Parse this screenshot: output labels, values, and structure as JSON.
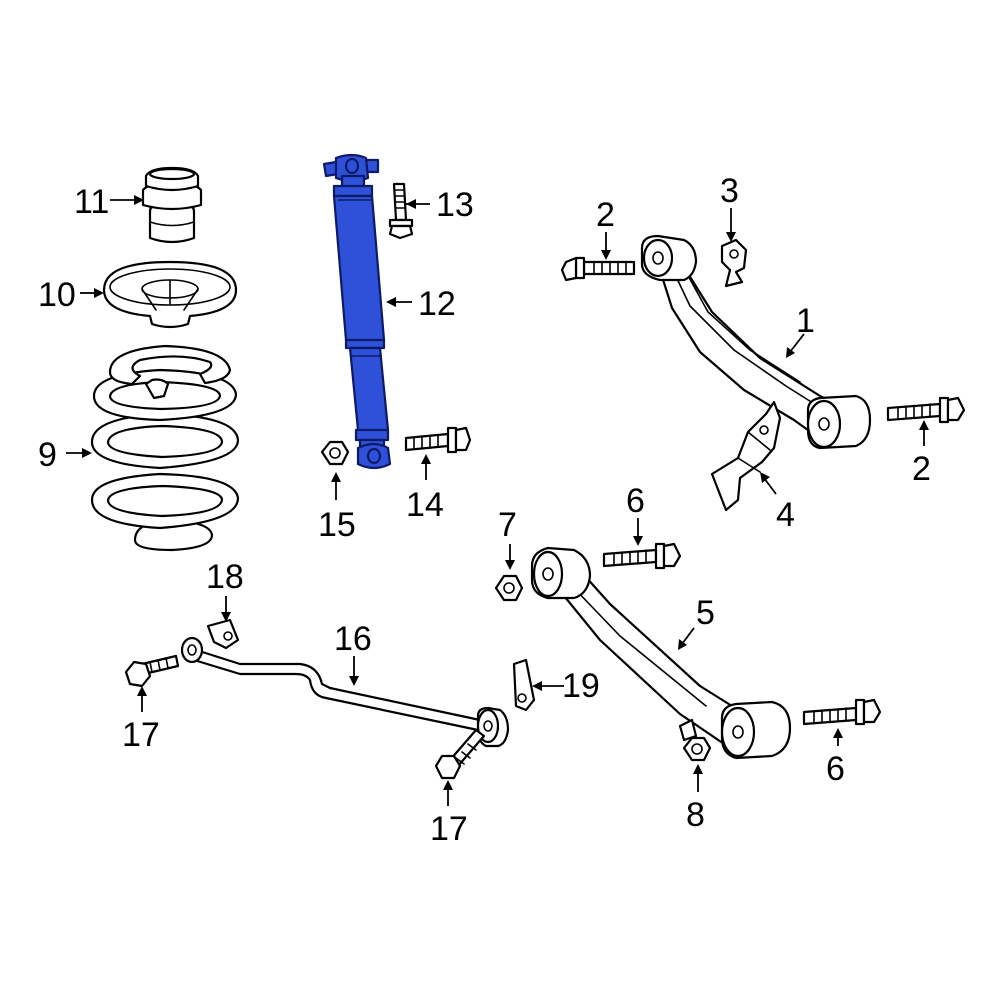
{
  "diagram": {
    "highlight_color": "#2f50d8",
    "callouts": [
      {
        "id": "c1",
        "label": "1"
      },
      {
        "id": "c2a",
        "label": "2"
      },
      {
        "id": "c2b",
        "label": "2"
      },
      {
        "id": "c3",
        "label": "3"
      },
      {
        "id": "c4",
        "label": "4"
      },
      {
        "id": "c5",
        "label": "5"
      },
      {
        "id": "c6a",
        "label": "6"
      },
      {
        "id": "c6b",
        "label": "6"
      },
      {
        "id": "c7",
        "label": "7"
      },
      {
        "id": "c8",
        "label": "8"
      },
      {
        "id": "c9",
        "label": "9"
      },
      {
        "id": "c10",
        "label": "10"
      },
      {
        "id": "c11",
        "label": "11"
      },
      {
        "id": "c12",
        "label": "12"
      },
      {
        "id": "c13",
        "label": "13"
      },
      {
        "id": "c14",
        "label": "14"
      },
      {
        "id": "c15",
        "label": "15"
      },
      {
        "id": "c16",
        "label": "16"
      },
      {
        "id": "c17a",
        "label": "17"
      },
      {
        "id": "c17b",
        "label": "17"
      },
      {
        "id": "c18",
        "label": "18"
      },
      {
        "id": "c19",
        "label": "19"
      }
    ]
  }
}
